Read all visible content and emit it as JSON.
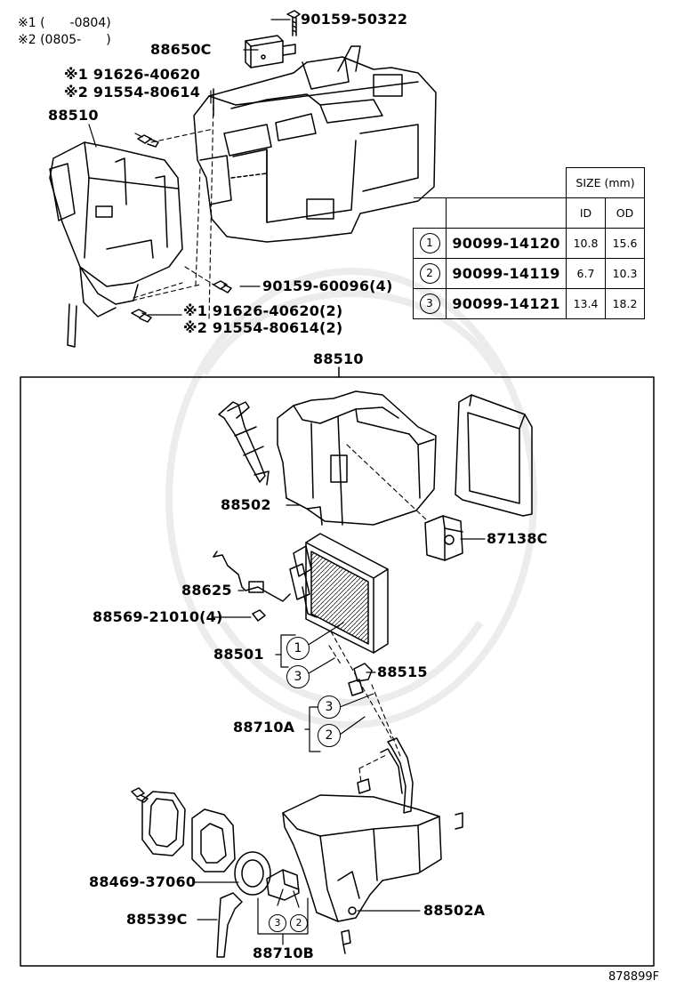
{
  "notes": {
    "note1": "※1 (　　-0804)",
    "note2": "※2 (0805-　　)"
  },
  "labels": {
    "p90159_50322": "90159-50322",
    "p88650c": "88650C",
    "p91626_40620_a": "※1 91626-40620",
    "p91554_80614_a": "※2 91554-80614",
    "p88510_top": "88510",
    "p90159_60096": "90159-60096(4)",
    "p91626_40620_b": "※1 91626-40620(2)",
    "p91554_80614_b": "※2 91554-80614(2)",
    "p88510_box": "88510",
    "p88502": "88502",
    "p87138c": "87138C",
    "p88625": "88625",
    "p88569_21010": "88569-21010(4)",
    "p88501": "88501",
    "p88515": "88515",
    "p88710a": "88710A",
    "p88469_37060": "88469-37060",
    "p88539c": "88539C",
    "p88502a": "88502A",
    "p88710b": "88710B",
    "diagram_code": "878899F"
  },
  "size_table": {
    "header": "SIZE (mm)",
    "col_id": "ID",
    "col_od": "OD",
    "rows": [
      {
        "n": "1",
        "part": "90099-14120",
        "id": "10.8",
        "od": "15.6"
      },
      {
        "n": "2",
        "part": "90099-14119",
        "id": "6.7",
        "od": "10.3"
      },
      {
        "n": "3",
        "part": "90099-14121",
        "id": "13.4",
        "od": "18.2"
      }
    ]
  },
  "callouts": {
    "c1": "1",
    "c3a": "3",
    "c3b": "3",
    "c2a": "2",
    "c3c": "3",
    "c2b": "2"
  }
}
